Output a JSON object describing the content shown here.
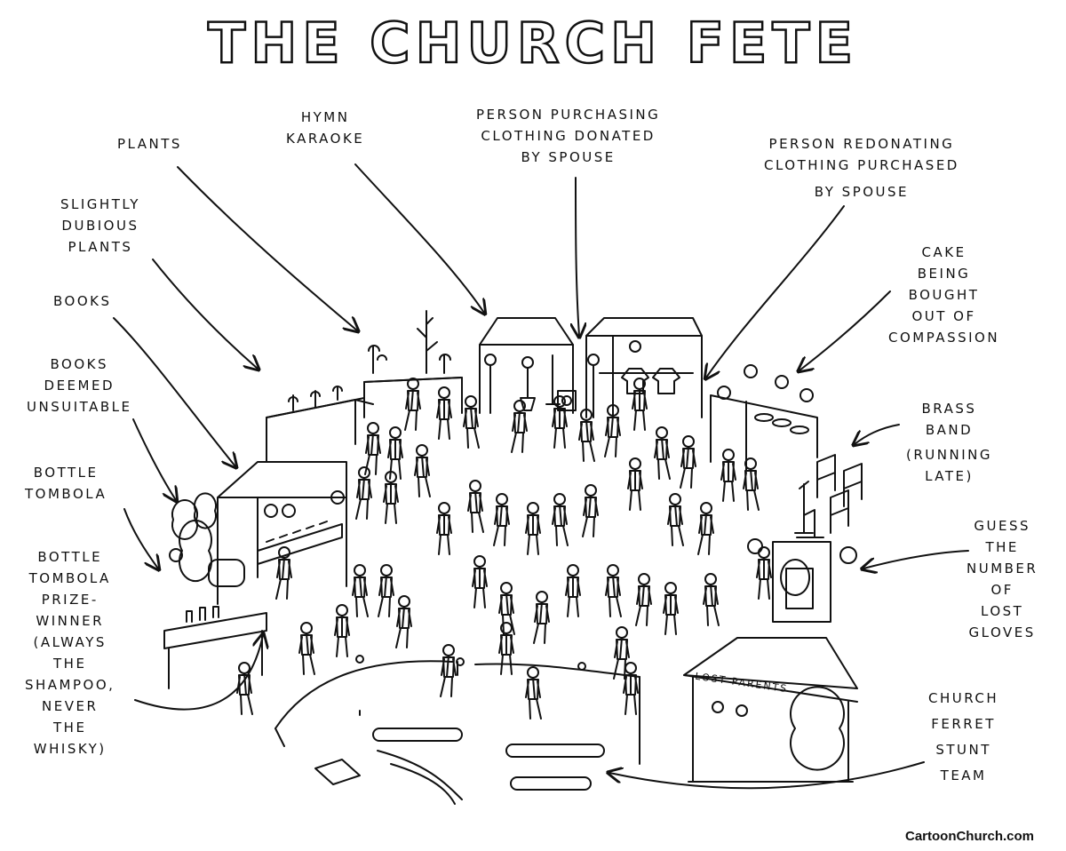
{
  "title": "THE CHURCH FETE",
  "labels": {
    "plants": [
      "PLANTS"
    ],
    "hymn_karaoke": [
      "HYMN",
      "KARAOKE"
    ],
    "person_purchasing": [
      "PERSON PURCHASING",
      "CLOTHING DONATED",
      "BY SPOUSE"
    ],
    "person_redonating": [
      "PERSON REDONATING",
      "CLOTHING PURCHASED",
      "BY SPOUSE"
    ],
    "slightly_dubious": [
      "SLIGHTLY",
      "DUBIOUS",
      "PLANTS"
    ],
    "books": [
      "BOOKS"
    ],
    "books_unsuitable": [
      "BOOKS",
      "DEEMED",
      "UNSUITABLE"
    ],
    "cake": [
      "CAKE",
      "BEING",
      "BOUGHT",
      "OUT OF",
      "COMPASSION"
    ],
    "brass_band": [
      "BRASS",
      "BAND",
      "(RUNNING",
      "LATE)"
    ],
    "bottle_tombola": [
      "BOTTLE",
      "TOMBOLA"
    ],
    "prize_winner": [
      "BOTTLE",
      "TOMBOLA",
      "PRIZE-",
      "WINNER",
      "(ALWAYS",
      "THE",
      "SHAMPOO,",
      "NEVER",
      "THE",
      "WHISKY)"
    ],
    "guess_gloves": [
      "GUESS",
      "THE",
      "NUMBER",
      "OF",
      "LOST",
      "GLOVES"
    ],
    "ferret_team": [
      "CHURCH",
      "FERRET",
      "STUNT",
      "TEAM"
    ]
  },
  "signs": {
    "lost_parents": "LOST PARENTS"
  },
  "credit": "CartoonChurch.com",
  "colors": {
    "ink": "#111111",
    "paper": "#ffffff"
  }
}
